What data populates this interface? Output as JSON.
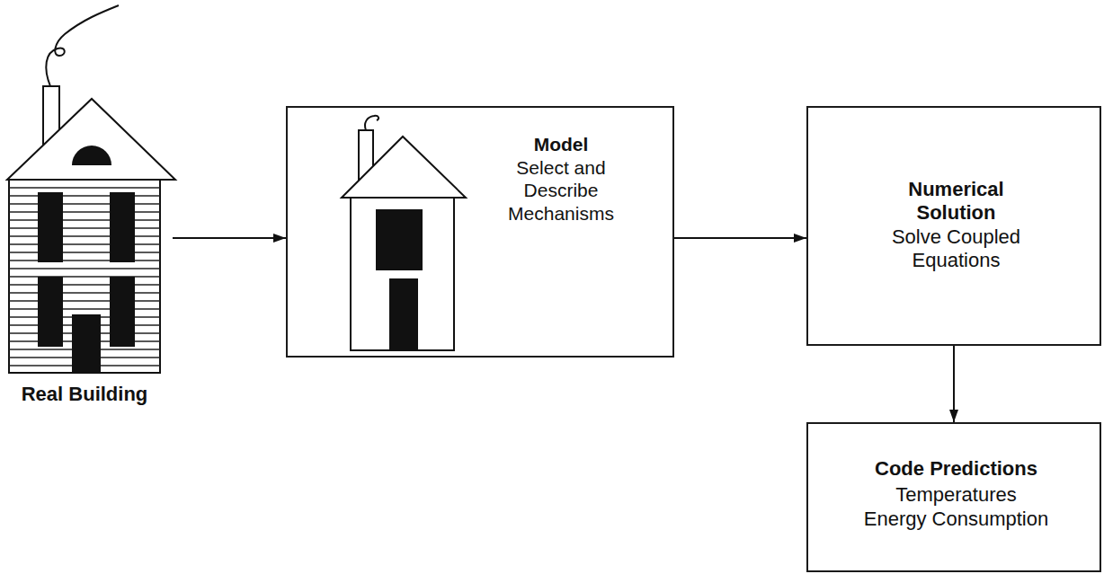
{
  "diagram": {
    "nodes": [
      {
        "text": [
          "Real Building"
        ]
      },
      {
        "text": [
          "Model",
          "Select and Describe Mechanisms"
        ]
      },
      {
        "text": [
          "Numerical Solution",
          "Solve Coupled Equations"
        ]
      },
      {
        "text": [
          "Code Predictions",
          "Temperatures Energy Consumption"
        ]
      }
    ],
    "edges": [
      {
        "from": 0,
        "to": 1,
        "arrow": "to"
      },
      {
        "from": 1,
        "to": 2,
        "arrow": "to"
      },
      {
        "from": 2,
        "to": 3,
        "arrow": "to"
      }
    ]
  }
}
